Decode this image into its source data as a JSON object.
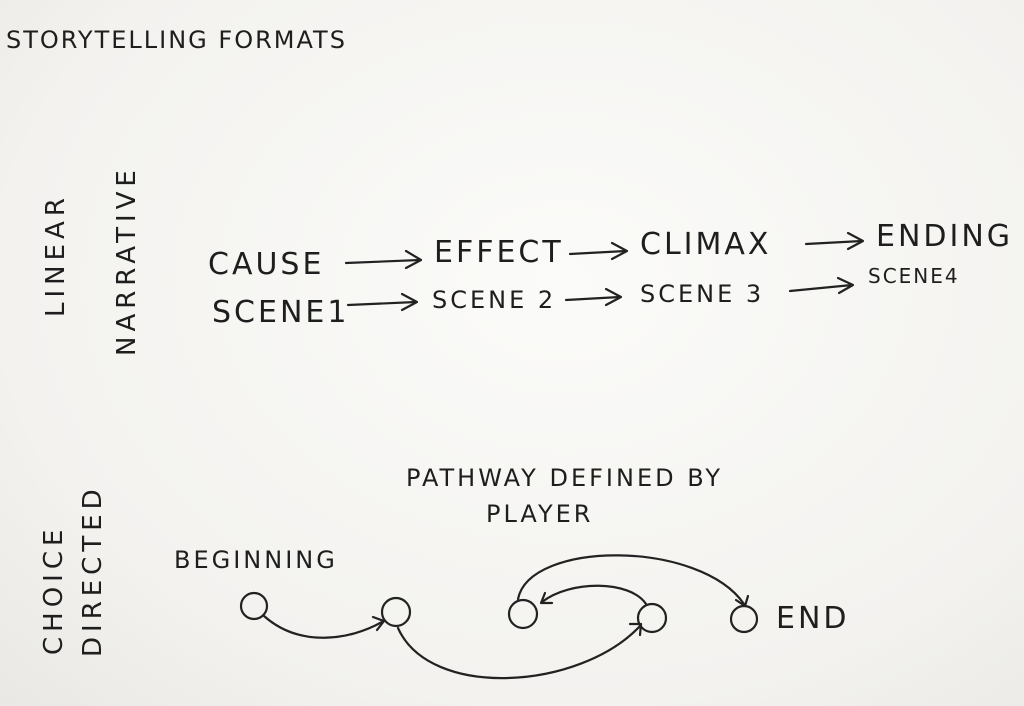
{
  "title": "STORYTELLING FORMATS",
  "linear": {
    "label_line1": "LINEAR",
    "label_line2": "NARRATIVE",
    "row1": [
      "CAUSE",
      "EFFECT",
      "CLIMAX",
      "ENDING"
    ],
    "row2": [
      "SCENE1",
      "SCENE 2",
      "SCENE 3",
      "SCENE4"
    ]
  },
  "choice": {
    "label_line1": "CHOICE",
    "label_line2": "DIRECTED",
    "pathway_line1": "PATHWAY DEFINED BY",
    "pathway_line2": "PLAYER",
    "beginning": "BEGINNING",
    "end": "END"
  }
}
